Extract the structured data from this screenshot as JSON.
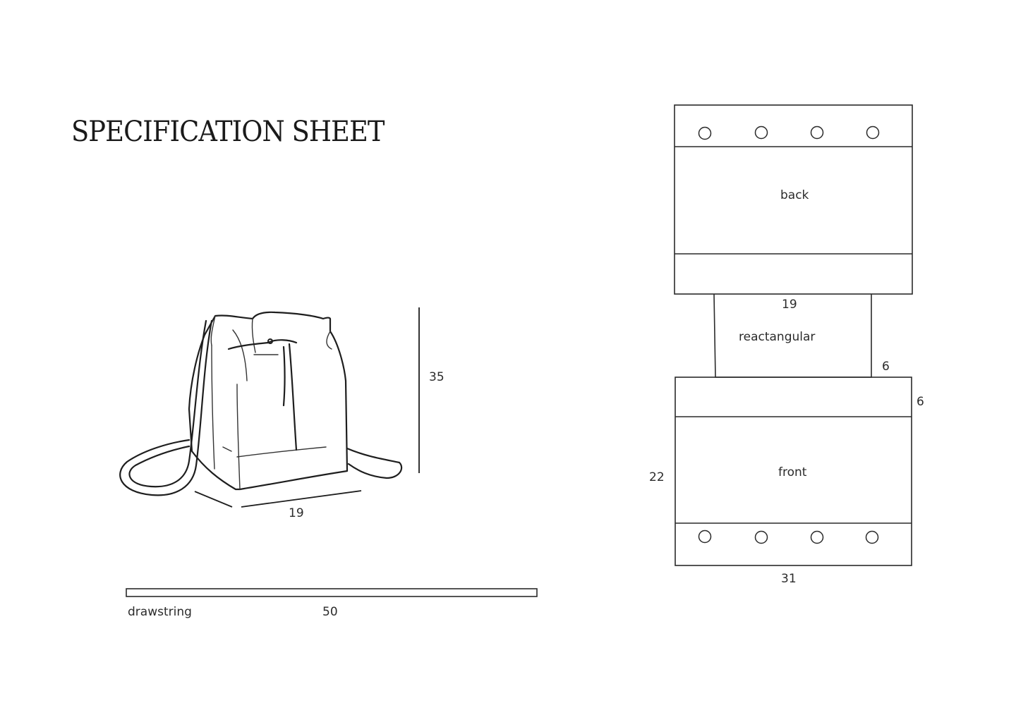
{
  "title": "SPECIFICATION SHEET",
  "bag_dimensions": {
    "height": "35",
    "width": "19"
  },
  "drawstring": {
    "label": "drawstring",
    "length": "50"
  },
  "pattern": {
    "back": {
      "label": "back",
      "grommets": 4
    },
    "rectangular": {
      "label": "reactangular",
      "width": "19",
      "height": "6"
    },
    "front": {
      "label": "front",
      "height": "22",
      "width": "31",
      "top_band": "6",
      "grommets": 4
    }
  },
  "colors": {
    "line": "#2a2a2a",
    "background": "#ffffff"
  }
}
